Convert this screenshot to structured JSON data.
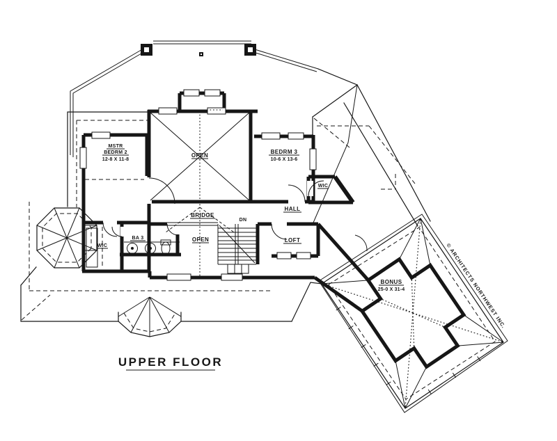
{
  "drawing": {
    "title": "UPPER FLOOR",
    "copyright": "© ARCHITECTS NORTHWEST INC.",
    "colors": {
      "ink": "#161616",
      "paper": "#ffffff"
    },
    "rooms": {
      "master": {
        "name_line1": "MSTR",
        "name_line2": "BEDRM 2",
        "dims": "12-8 X 11-8"
      },
      "open_upper": {
        "name": "OPEN"
      },
      "bedroom3": {
        "name": "BEDRM 3",
        "dims": "10-6 X 13-6"
      },
      "wic_right": {
        "name": "WIC"
      },
      "hall": {
        "name": "HALL"
      },
      "bridge": {
        "name": "BRIDGE"
      },
      "open_lower": {
        "name": "OPEN"
      },
      "stairs": {
        "label": "DN"
      },
      "loft": {
        "name": "LOFT"
      },
      "wic_left": {
        "name": "WIC"
      },
      "bath3": {
        "name": "BA 3"
      },
      "bonus": {
        "name": "BONUS",
        "dims": "25-0 X 31-4"
      }
    }
  }
}
